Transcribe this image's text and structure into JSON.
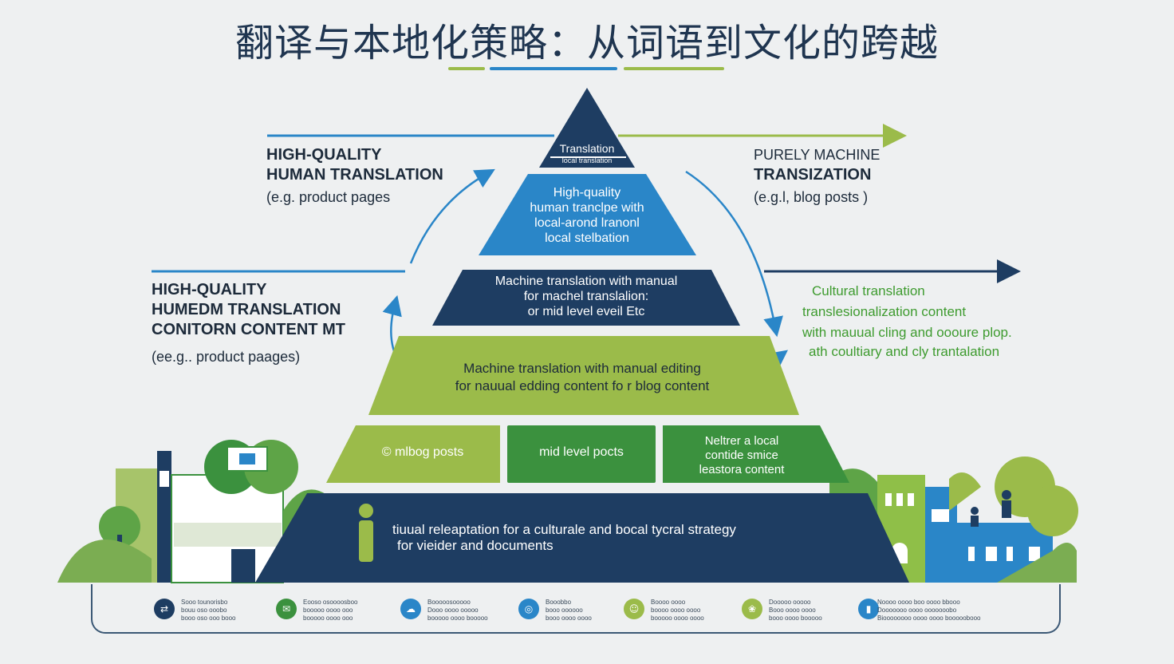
{
  "title": "翻译与本地化策略：从词语到文化的跨越",
  "left_top": {
    "lines": [
      "HIGH-QUALITY",
      "HUMAN TRANSLATION"
    ],
    "example": "(e.g.  product pages"
  },
  "left_mid": {
    "lines": [
      "HIGH-QUALITY",
      "HUMEDM TRANSLATION",
      "CONITORN CONTENT MT"
    ],
    "example": "(ee.g.. product paages)"
  },
  "right_top": {
    "lines": [
      "PURELY MACHINE",
      "TRANSIZATION"
    ],
    "example": "(e.g.l, blog posts )"
  },
  "right_mid": {
    "lines": [
      "Cultural translation",
      "translesionalization content",
      "with mauual cling and oooure plop.",
      "ath coultiary and cly trantalation"
    ]
  },
  "pyramid": {
    "tier1": [
      "Translation",
      "local translation"
    ],
    "tier2": [
      "High-quality",
      "human tranclpe with",
      "local-arond lranonl",
      "local  stelbation"
    ],
    "tier3": [
      "Machine translation with manual",
      "for machel  translalion:",
      "or mid level eveil Etc"
    ],
    "tier4": [
      "Machine translation with manual editing",
      "for nauual edding content fo r  blog content"
    ],
    "tier5_boxes": [
      "©  mlbog posts",
      "mid level pocts",
      "Neltrer a local\ncontide smice\nleastora content"
    ],
    "tier6": [
      "tiuual releaptation for a culturale and bocal tycral strategy",
      "for vieider and  documents"
    ]
  },
  "legend": [
    {
      "icon": "translate-icon",
      "lines": [
        "Sooo tounorisbo",
        "bouu oso ooobo",
        "booo oso ooo booo"
      ]
    },
    {
      "icon": "chat-icon",
      "lines": [
        "Eooso osoooosboo",
        "booooo oooo ooo",
        "booooo oooo ooo"
      ]
    },
    {
      "icon": "cloud-icon",
      "lines": [
        "Booooosooooo",
        "Dooo oooo ooooo",
        "booooo oooo booooo"
      ]
    },
    {
      "icon": "globe-icon",
      "lines": [
        "Booobbo",
        "booo oooooo",
        "booo oooo oooo"
      ]
    },
    {
      "icon": "people-icon",
      "lines": [
        "Boooo oooo",
        "boooo oooo oooo",
        "booooo oooo oooo"
      ]
    },
    {
      "icon": "leaf-icon",
      "lines": [
        "Dooooo ooooo",
        "Booo oooo oooo",
        "booo oooo booooo"
      ]
    },
    {
      "icon": "book-icon",
      "lines": [
        "Noooo oooo boo oooo bbooo",
        "Dooooooo oooo ooooooobo",
        "Bioooooooo oooo oooo booooobooo"
      ]
    }
  ],
  "colors": {
    "navy": "#1e3d62",
    "blue": "#2a86c8",
    "lime": "#9bbb4a",
    "green": "#3b913e",
    "text": "#1c2a3a"
  }
}
